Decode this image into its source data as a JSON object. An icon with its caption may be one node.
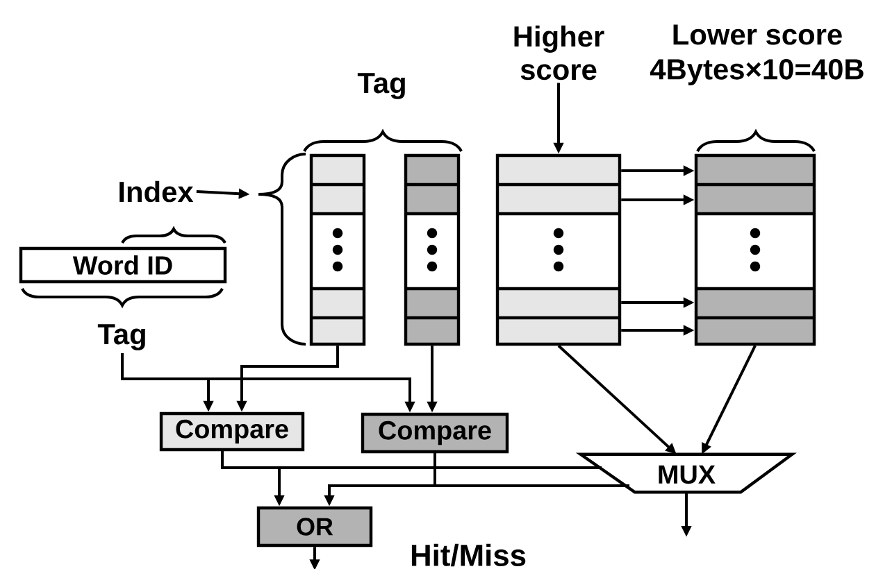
{
  "diagram": {
    "nodes": [
      {
        "text": [
          "Word ID"
        ]
      },
      {
        "text": [
          "Tag"
        ]
      },
      {
        "text": [
          "Index"
        ]
      },
      {
        "text": [],
        "shape": "box"
      },
      {
        "text": [],
        "shape": "box"
      },
      {
        "text": [
          "Higher score"
        ]
      },
      {
        "text": [],
        "shape": "box"
      },
      {
        "text": [],
        "shape": "box"
      },
      {
        "text": [
          "Compare"
        ]
      },
      {
        "text": [
          "Compare"
        ]
      },
      {
        "text": [
          "MUX"
        ]
      },
      {
        "text": [
          "OR"
        ]
      }
    ],
    "edges": [
      {
        "from": 2,
        "to": 3,
        "arrow": "to"
      },
      {
        "from": 5,
        "to": 6,
        "arrow": "to"
      },
      {
        "from": 6,
        "to": 7,
        "arrow": "to"
      },
      {
        "from": 6,
        "to": 7,
        "arrow": "to"
      },
      {
        "from": 6,
        "to": 7,
        "arrow": "to"
      },
      {
        "from": 6,
        "to": 7,
        "arrow": "to"
      },
      {
        "from": 1,
        "to": 8,
        "arrow": "to"
      },
      {
        "from": 1,
        "to": 9,
        "arrow": "to"
      },
      {
        "from": 3,
        "to": 8,
        "arrow": "to"
      },
      {
        "from": 4,
        "to": 9,
        "arrow": "to"
      },
      {
        "from": 6,
        "to": 10,
        "arrow": "to"
      },
      {
        "from": 7,
        "to": 10,
        "arrow": "to"
      },
      {
        "from": 8,
        "to": 11,
        "arrow": "to"
      },
      {
        "from": 8,
        "to": 10,
        "arrow": "none"
      },
      {
        "from": 9,
        "to": 11,
        "arrow": "to"
      },
      {
        "from": 9,
        "to": 10,
        "arrow": "none"
      },
      {
        "from": 11,
        "to": null,
        "arrow": "to"
      },
      {
        "from": 10,
        "to": null,
        "arrow": "to"
      }
    ],
    "labels": [
      "Tag",
      "Lower score",
      "4Bytes×10=40B",
      "Hit/Miss"
    ]
  }
}
